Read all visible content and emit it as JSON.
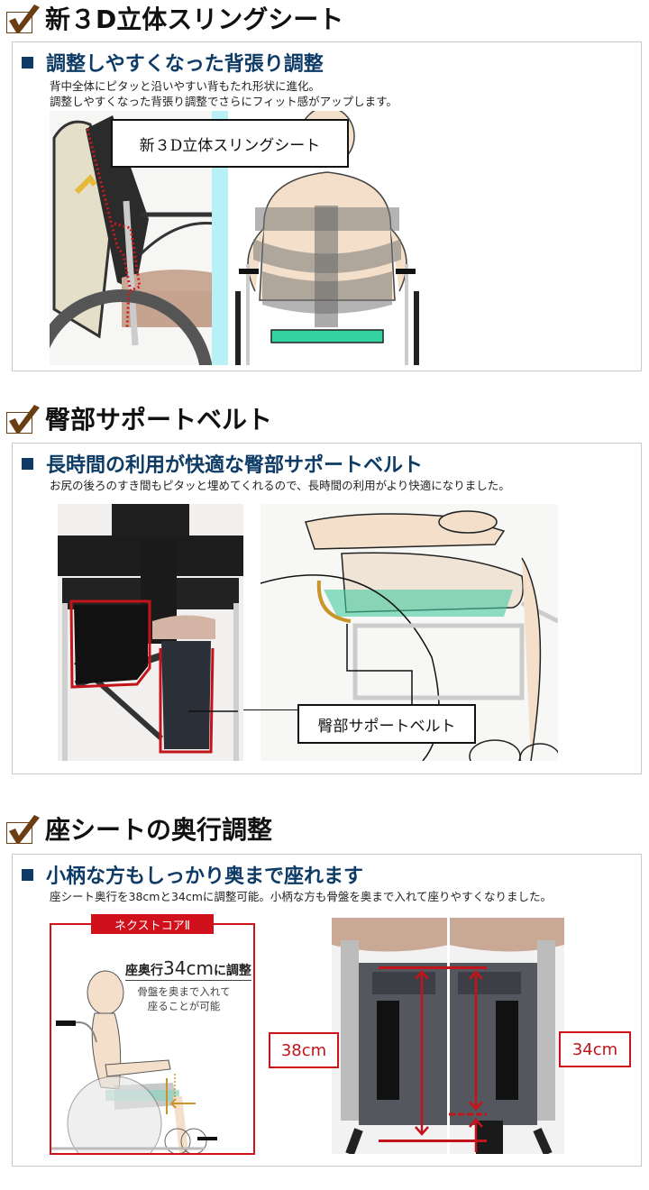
{
  "colors": {
    "check_brown": "#6b3d12",
    "subtitle_navy": "#0d3b66",
    "card_border": "#c9c9c9",
    "accent_red": "#d0101b",
    "support_gold": "#c8952a",
    "seat_green": "#3cc79a",
    "sky_cyan": "#b8f1f5"
  },
  "sections": [
    {
      "title": "新３D立体スリングシート",
      "icon": "checkmark-icon",
      "card": {
        "subtitle": "調整しやすくなった背張り調整",
        "description": [
          "背中全体にピタッと沿いやすい背もたれ形状に進化。",
          "調整しやすくなった背張り調整でさらにフィット感がアップします。"
        ],
        "images": [
          {
            "name": "wheelchair-backrest-side-photo"
          },
          {
            "name": "sling-seat-back-illustration"
          }
        ],
        "callout": "新３D立体スリングシート"
      }
    },
    {
      "title": "臀部サポートベルト",
      "icon": "checkmark-icon",
      "card": {
        "subtitle": "長時間の利用が快適な臀部サポートベルト",
        "description": [
          "お尻の後ろのすき間もピタッと埋めてくれるので、長時間の利用がより快適になりました。"
        ],
        "images": [
          {
            "name": "buttock-support-belt-photo"
          },
          {
            "name": "buttock-support-belt-illustration"
          }
        ],
        "callout": "臀部サポートベルト"
      }
    },
    {
      "title": "座シートの奥行調整",
      "icon": "checkmark-icon",
      "card": {
        "subtitle": "小柄な方もしっかり奥まで座れます",
        "description": [
          "座シート奥行を38cmと34cmに調整可能。小柄な方も骨盤を奥まで入れて座りやすくなりました。"
        ],
        "diagram": {
          "model_label": "ネクストコアⅡ",
          "headline_prefix": "座奥行",
          "headline_value": "34cm",
          "headline_suffix": "に調整",
          "note_line1": "骨盤を奥まで入れて",
          "note_line2": "座ることが可能"
        },
        "photo": {
          "left_label": "38cm",
          "right_label": "34cm"
        }
      }
    }
  ]
}
